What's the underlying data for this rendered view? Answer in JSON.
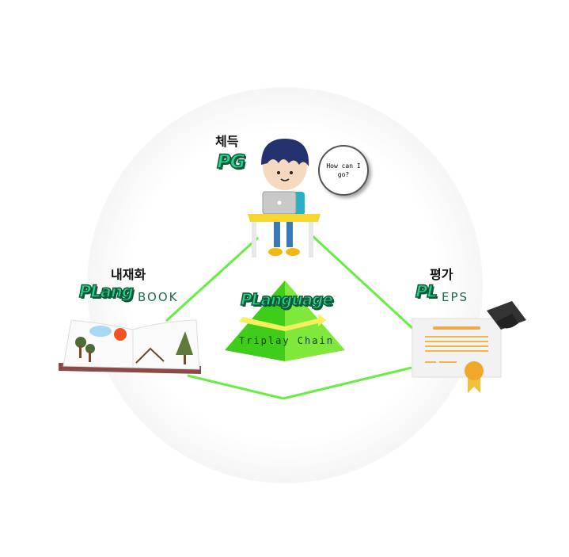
{
  "nodes": {
    "top": {
      "korean_label": "체득",
      "logo_text": "PG",
      "sub_label": "",
      "speech_bubble": "How can I go?",
      "icon": "boy-with-laptop-icon"
    },
    "left": {
      "korean_label": "내재화",
      "logo_text": "PLang",
      "sub_label": "BOOK",
      "icon": "open-book-icon"
    },
    "right": {
      "korean_label": "평가",
      "logo_text": "PL",
      "sub_label": "EPS",
      "icon": "certificate-graduation-icon"
    }
  },
  "center": {
    "logo_text": "PLanguage",
    "caption": "Triplay Chain",
    "icon": "green-pyramid-icon"
  },
  "colors": {
    "line": "#66ee44",
    "pyramid_light": "#7fe83a",
    "pyramid_dark": "#3fcc1a",
    "arrow": "#f4f060",
    "logo_fill": "#2fd08a",
    "logo_stroke": "#0b5a3a"
  }
}
